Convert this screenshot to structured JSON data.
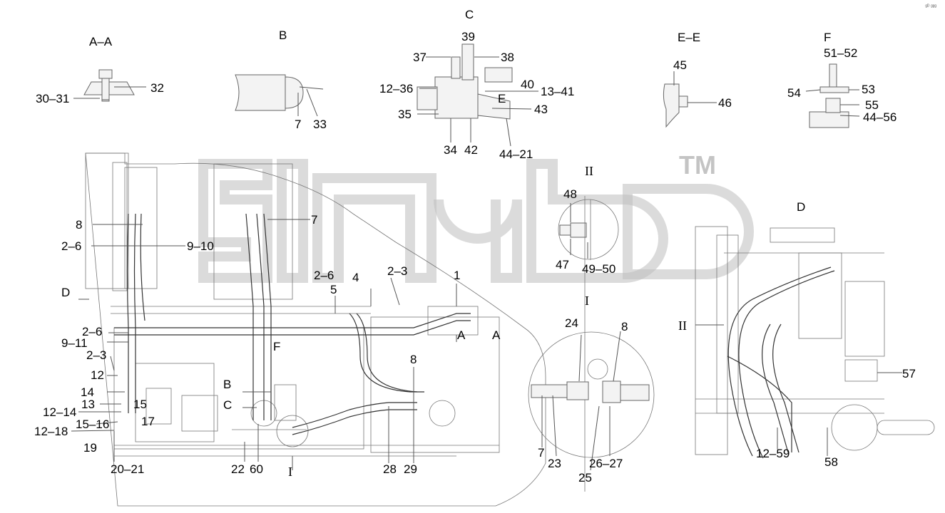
{
  "corner_mark": "ᵍᴰ ᵍᵍᵍ",
  "watermark": {
    "tm": "TM"
  },
  "sections": {
    "aa": "A–A",
    "b": "B",
    "c": "C",
    "ee": "E–E",
    "f": "F",
    "d": "D",
    "view_ii_top": "II",
    "view_i_top": "I",
    "view_i_bottom": "I",
    "d_arrow": "D",
    "b_arrow": "B",
    "c_arrow": "C",
    "f_marker": "F",
    "a_left": "A",
    "a_right": "A",
    "e_marker": "E",
    "ii_right": "II"
  },
  "labels": {
    "l30_31": "30–31",
    "l32": "32",
    "l7b": "7",
    "l33": "33",
    "l39": "39",
    "l37": "37",
    "l38": "38",
    "l40": "40",
    "l12_36": "12–36",
    "l13_41": "13–41",
    "l43": "43",
    "l35": "35",
    "l34": "34",
    "l42": "42",
    "l44_21": "44–21",
    "l45": "45",
    "l46": "46",
    "l51_52": "51–52",
    "l53": "53",
    "l54": "54",
    "l55": "55",
    "l44_56": "44–56",
    "l8a": "8",
    "l2_6a": "2–6",
    "l9_10": "9–10",
    "l7a": "7",
    "l2_6b": "2–6",
    "l5": "5",
    "l4": "4",
    "l2_3a": "2–3",
    "l1": "1",
    "l2_6c": "2–6",
    "l9_11": "9–11",
    "l2_3b": "2–3",
    "l12": "12",
    "l14": "14",
    "l13": "13",
    "l15a": "15",
    "l12_14": "12–14",
    "l17": "17",
    "l15_16": "15–16",
    "l12_18": "12–18",
    "l19": "19",
    "l20_21": "20–21",
    "l22": "22",
    "l60": "60",
    "l28": "28",
    "l29": "29",
    "l8b": "8",
    "l48": "48",
    "l47": "47",
    "l49_50": "49–50",
    "l24": "24",
    "l8c": "8",
    "l7c": "7",
    "l23": "23",
    "l25": "25",
    "l26_27": "26–27",
    "l57": "57",
    "l12_59": "12–59",
    "l58": "58"
  }
}
